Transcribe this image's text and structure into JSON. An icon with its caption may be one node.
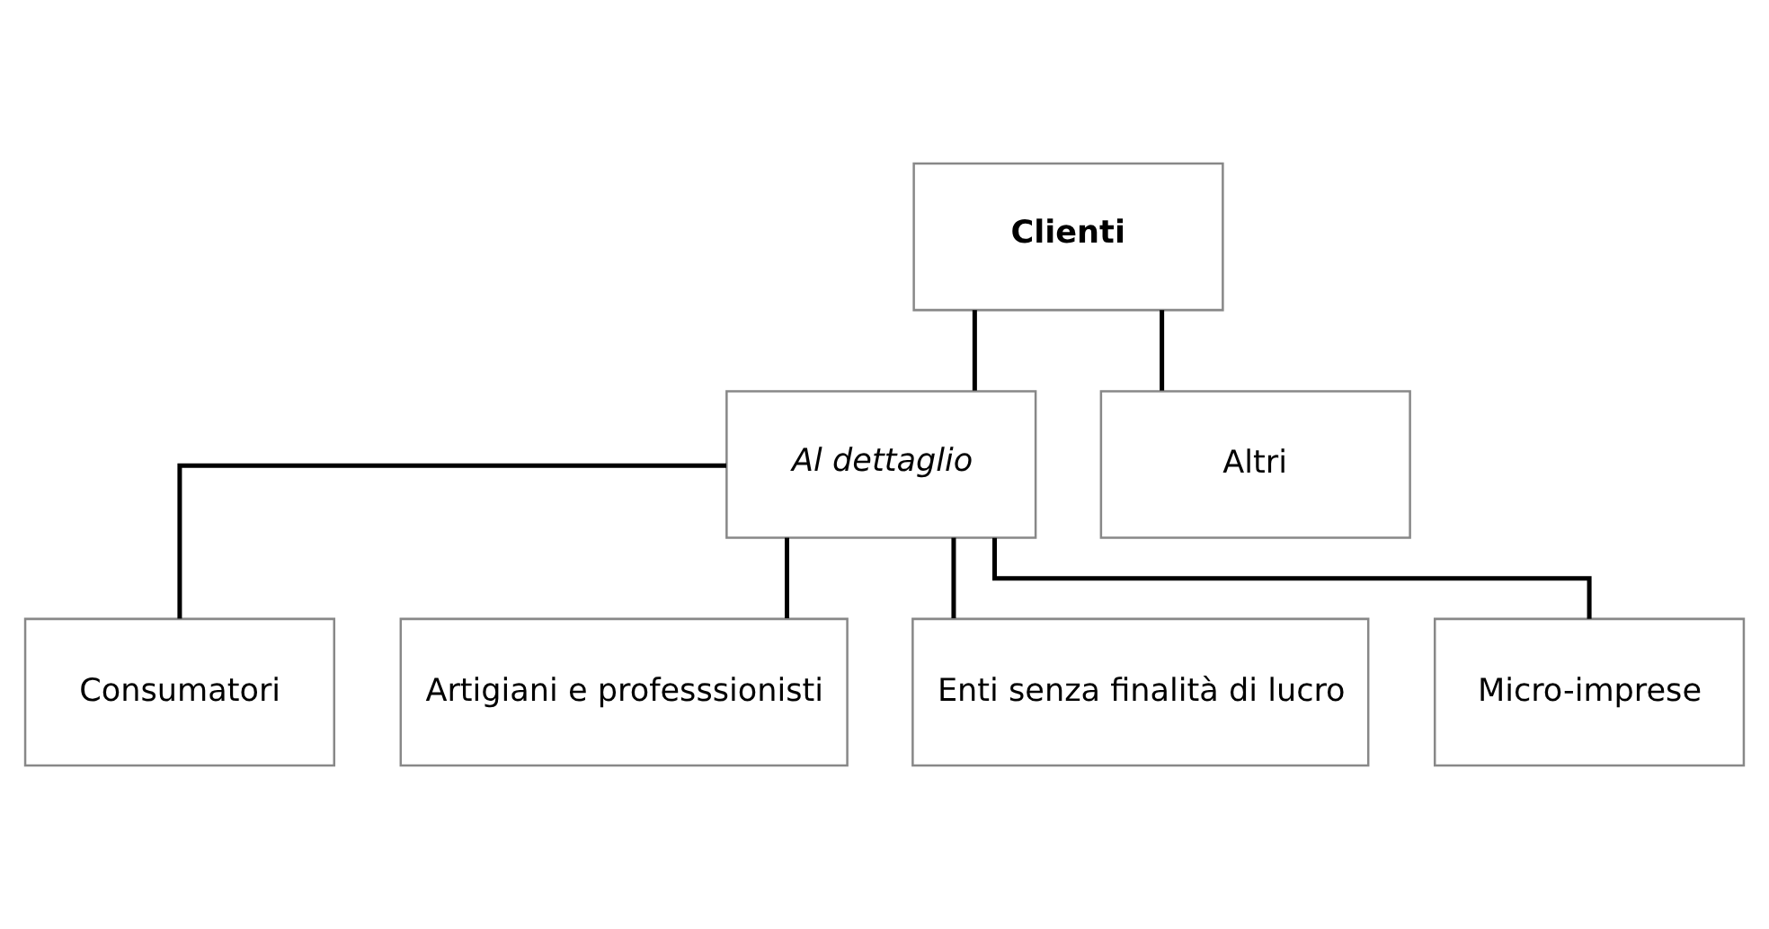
{
  "diagram": {
    "nodes": [
      {
        "text": [
          "Clienti"
        ]
      },
      {
        "text": [
          "Al dettaglio"
        ]
      },
      {
        "text": [
          "Altri"
        ]
      },
      {
        "text": [
          "Consumatori"
        ]
      },
      {
        "text": [
          "Artigiani e professsionisti"
        ]
      },
      {
        "text": [
          "Enti senza finalità di lucro"
        ]
      },
      {
        "text": [
          "Micro-imprese"
        ]
      }
    ],
    "edges": [
      {
        "from": 0,
        "to": 1,
        "arrow": "none"
      },
      {
        "from": 0,
        "to": 2,
        "arrow": "none"
      },
      {
        "from": 1,
        "to": 3,
        "arrow": "none"
      },
      {
        "from": 1,
        "to": 4,
        "arrow": "none"
      },
      {
        "from": 1,
        "to": 5,
        "arrow": "none"
      },
      {
        "from": 1,
        "to": 6,
        "arrow": "none"
      }
    ]
  }
}
